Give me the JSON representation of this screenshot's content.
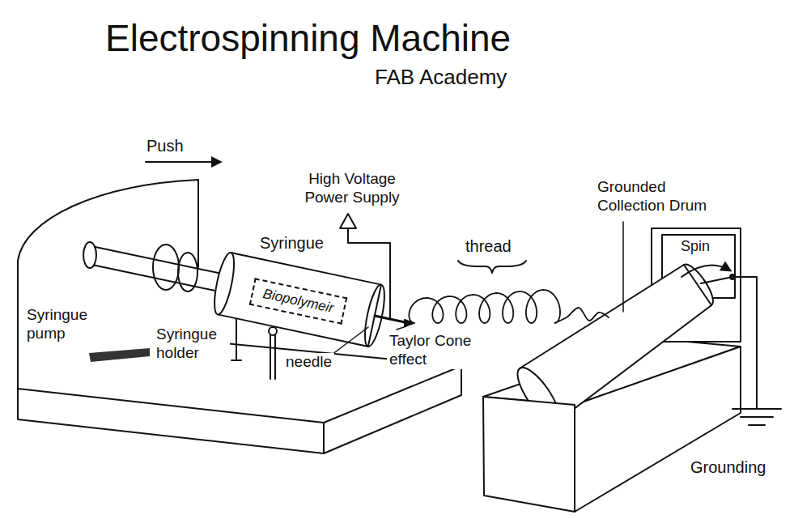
{
  "diagram": {
    "title": "Electrospinning Machine",
    "nodes": [
      {
        "text": [
          "Biopolymeir"
        ]
      }
    ],
    "labels": [
      "FAB Academy",
      "Push",
      "High Voltage Power Supply",
      "Syringue",
      "Syringue pump",
      "Syringue holder",
      "needle",
      "Taylor Cone effect",
      "thread",
      "Grounded Collection Drum",
      "Spin",
      "Grounding"
    ]
  }
}
